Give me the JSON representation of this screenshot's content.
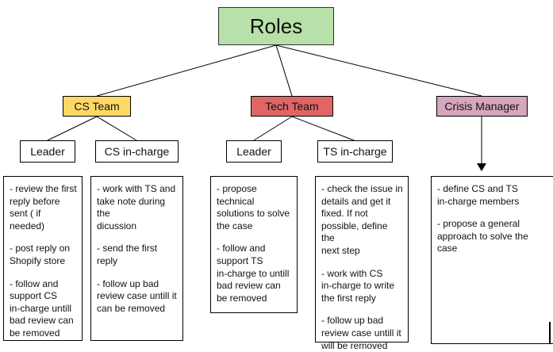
{
  "root": {
    "label": "Roles"
  },
  "teams": [
    {
      "label": "CS Team",
      "color": "#ffd966"
    },
    {
      "label": "Tech Team",
      "color": "#e06666"
    },
    {
      "label": "Crisis Manager",
      "color": "#d5a6bd"
    }
  ],
  "roles": [
    {
      "label": "Leader"
    },
    {
      "label": "CS in-charge"
    },
    {
      "label": "Leader"
    },
    {
      "label": "TS in-charge"
    }
  ],
  "notes": [
    {
      "items": [
        "- review the first\nreply before\nsent ( if needed)",
        "- post reply on\nShopify store",
        "- follow and\nsupport CS\nin-charge untill\nbad review can\nbe removed"
      ]
    },
    {
      "items": [
        "- work with TS and\ntake note during the\ndicussion",
        "- send the first reply",
        "-  follow up bad\nreview case untill it\ncan be removed"
      ]
    },
    {
      "items": [
        "-  propose\ntechnical\nsolutions to solve\nthe case",
        "- follow and\nsupport TS\nin-charge to untill\nbad review can\nbe removed"
      ]
    },
    {
      "items": [
        "- check the issue in\ndetails and get it\nfixed. If not\npossible, define the\nnext step",
        "- work with CS\nin-charge to write\nthe first reply",
        "- follow up bad\nreview case untill it\nwill be removed"
      ]
    },
    {
      "items": [
        "- define CS and TS\nin-charge members",
        "- propose a general\napproach to solve the\ncase"
      ]
    }
  ]
}
